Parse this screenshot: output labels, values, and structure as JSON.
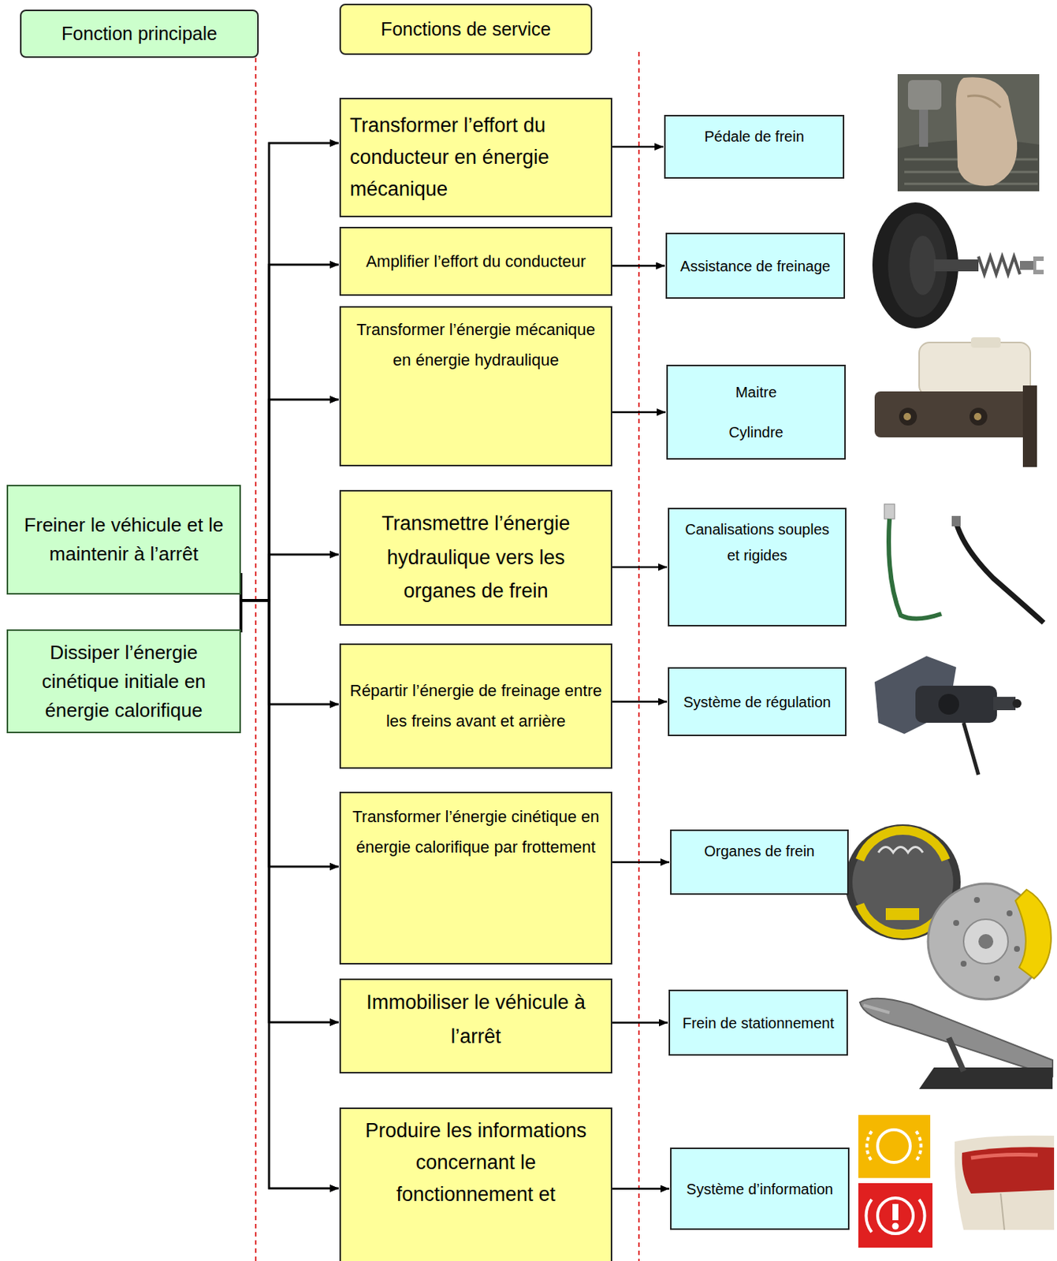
{
  "diagram": {
    "nodes": [
      {
        "text": [
          "Fonction principale"
        ]
      },
      {
        "text": [
          "Fonctions de service"
        ]
      },
      {
        "text": [
          "Freiner le véhicule et le maintenir à l’arrêt"
        ]
      },
      {
        "text": [
          "Dissiper l’énergie cinétique initiale en énergie calorifique"
        ]
      },
      {
        "text": [
          "Transformer l’effort du conducteur en énergie mécanique"
        ]
      },
      {
        "text": [
          "Pédale de frein"
        ]
      },
      {
        "text": [
          "Amplifier l’effort du conducteur"
        ]
      },
      {
        "text": [
          "Assistance de freinage"
        ]
      },
      {
        "text": [
          "Transformer l’énergie mécanique en énergie hydraulique"
        ]
      },
      {
        "text": [
          "Maitre Cylindre"
        ]
      },
      {
        "text": [
          "Transmettre l’énergie hydraulique vers les organes de frein"
        ]
      },
      {
        "text": [
          "Canalisations souples et rigides"
        ]
      },
      {
        "text": [
          "Répartir l’énergie de freinage entre les freins avant et arrière"
        ]
      },
      {
        "text": [
          "Système de régulation"
        ]
      },
      {
        "text": [
          "Transformer l’énergie cinétique en énergie calorifique par frottement"
        ]
      },
      {
        "text": [
          "Organes de frein"
        ]
      },
      {
        "text": [
          "Immobiliser le véhicule à l’arrêt"
        ]
      },
      {
        "text": [
          "Frein de stationnement"
        ]
      },
      {
        "text": [
          "Produire les informations concernant le fonctionnement et"
        ]
      },
      {
        "text": [
          "Système d’information"
        ]
      }
    ],
    "edges": [
      {
        "from": 2,
        "to": 4,
        "arrow": "to"
      },
      {
        "from": 2,
        "to": 6,
        "arrow": "to"
      },
      {
        "from": 2,
        "to": 8,
        "arrow": "to"
      },
      {
        "from": 2,
        "to": 10,
        "arrow": "to"
      },
      {
        "from": 2,
        "to": 12,
        "arrow": "to"
      },
      {
        "from": 2,
        "to": 14,
        "arrow": "to"
      },
      {
        "from": 2,
        "to": 16,
        "arrow": "to"
      },
      {
        "from": 2,
        "to": 18,
        "arrow": "to"
      },
      {
        "from": 3,
        "to": 4,
        "arrow": "to"
      },
      {
        "from": 3,
        "to": 6,
        "arrow": "to"
      },
      {
        "from": 3,
        "to": 8,
        "arrow": "to"
      },
      {
        "from": 3,
        "to": 10,
        "arrow": "to"
      },
      {
        "from": 3,
        "to": 12,
        "arrow": "to"
      },
      {
        "from": 3,
        "to": 14,
        "arrow": "to"
      },
      {
        "from": 3,
        "to": 16,
        "arrow": "to"
      },
      {
        "from": 3,
        "to": 18,
        "arrow": "to"
      },
      {
        "from": 4,
        "to": 5,
        "arrow": "to"
      },
      {
        "from": 6,
        "to": 7,
        "arrow": "to"
      },
      {
        "from": 8,
        "to": 9,
        "arrow": "to"
      },
      {
        "from": 10,
        "to": 11,
        "arrow": "to"
      },
      {
        "from": 12,
        "to": 13,
        "arrow": "to"
      },
      {
        "from": 14,
        "to": 15,
        "arrow": "to"
      },
      {
        "from": 16,
        "to": 17,
        "arrow": "to"
      },
      {
        "from": 18,
        "to": 19,
        "arrow": "to"
      }
    ]
  }
}
